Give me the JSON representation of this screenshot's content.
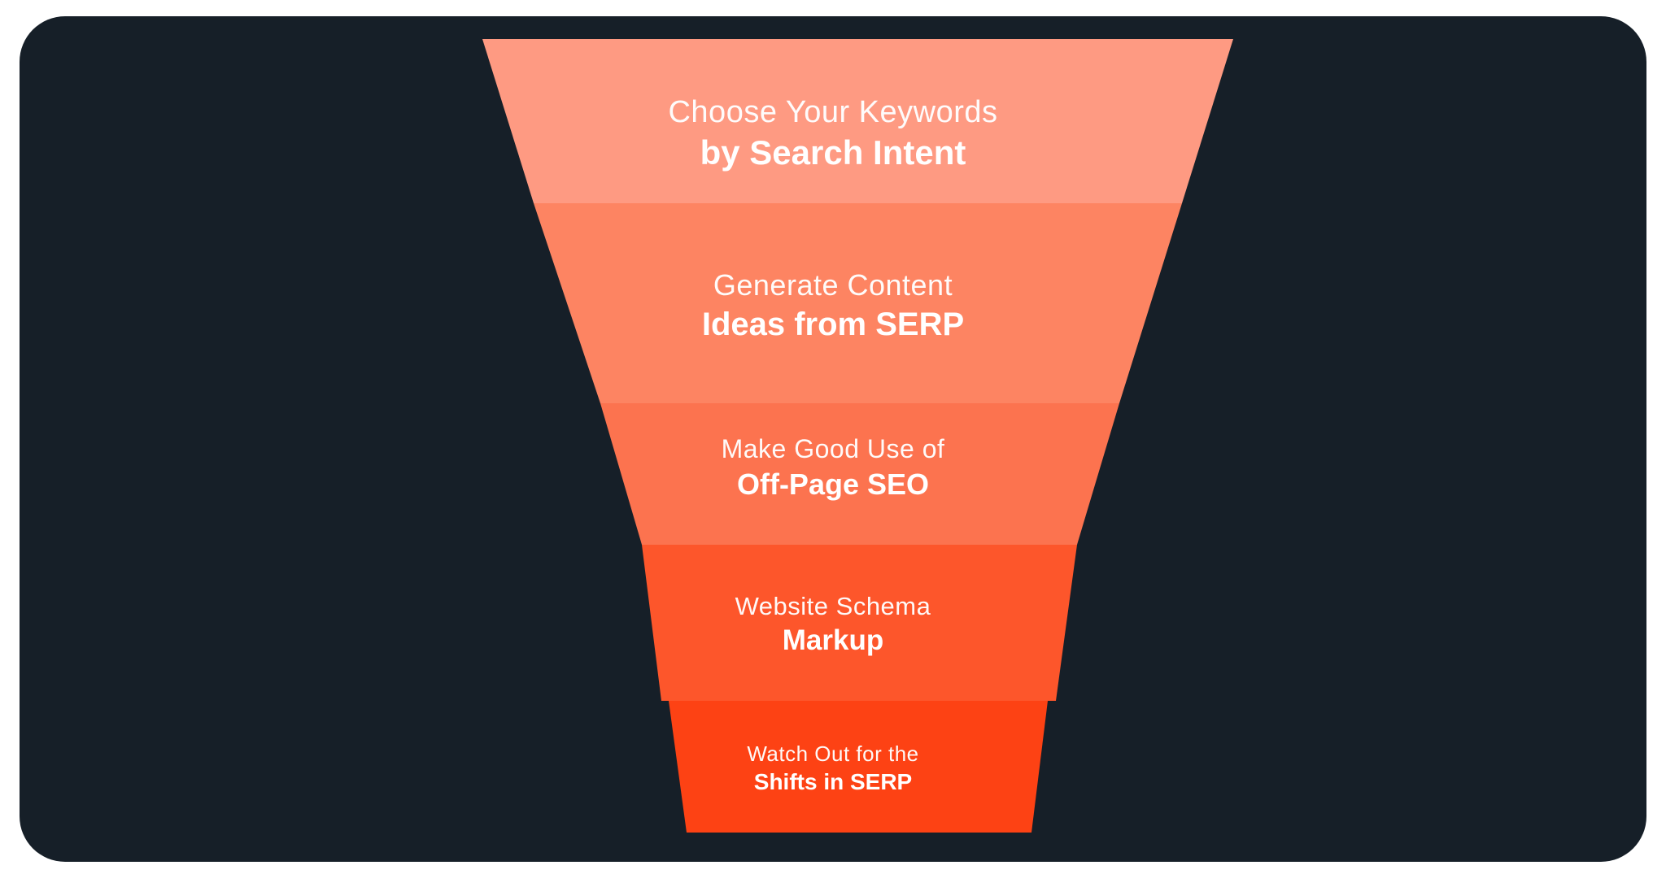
{
  "colors": {
    "background": "#161f28",
    "page": "#ffffff",
    "text": "#ffffff"
  },
  "funnel": {
    "stages": [
      {
        "line1": "Choose Your Keywords",
        "line2": "by Search Intent",
        "color": "#fe9a82"
      },
      {
        "line1": "Generate Content",
        "line2": "Ideas from SERP",
        "color": "#fd8462"
      },
      {
        "line1": "Make Good Use of",
        "line2": "Off-Page SEO",
        "color": "#fc734f"
      },
      {
        "line1": "Website Schema",
        "line2": "Markup",
        "color": "#fd562b"
      },
      {
        "line1": "Watch Out for the",
        "line2": "Shifts in SERP",
        "color": "#fd4214"
      }
    ]
  }
}
